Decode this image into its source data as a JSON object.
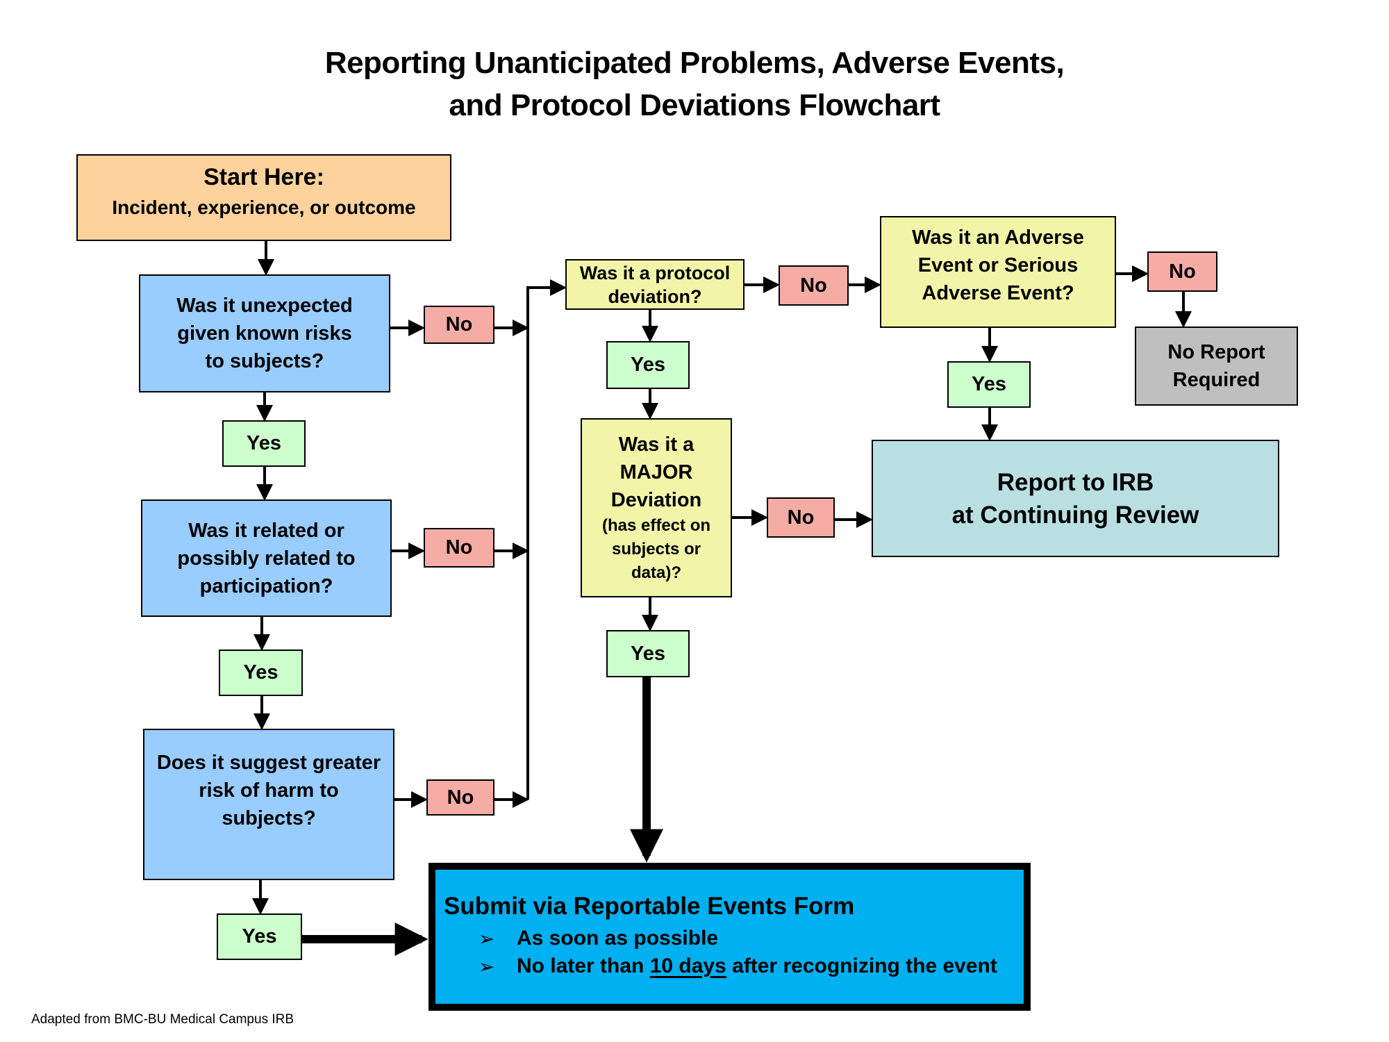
{
  "title": {
    "line1": "Reporting Unanticipated Problems, Adverse Events,",
    "line2": "and Protocol Deviations Flowchart"
  },
  "colors": {
    "start": "#fdd29d",
    "question_blue": "#99ccff",
    "question_yellow": "#f2f5a8",
    "no": "#f5aca5",
    "yes": "#ccffcc",
    "no_report": "#bfbfbf",
    "continuing_review": "#badfe2",
    "submit": "#00b0f0"
  },
  "nodes": {
    "start": {
      "heading": "Start Here:",
      "text": "Incident, experience, or outcome"
    },
    "q_unexpected": {
      "lines": [
        "Was it unexpected",
        "given known risks",
        "to subjects?"
      ]
    },
    "q_related": {
      "lines": [
        "Was it related or",
        "possibly related to",
        "participation?"
      ]
    },
    "q_greater_risk": {
      "lines": [
        "Does it suggest greater",
        "risk of harm to",
        "subjects?"
      ]
    },
    "q_protocol_deviation": {
      "lines": [
        "Was it a protocol",
        "deviation?"
      ]
    },
    "q_adverse_event": {
      "lines": [
        "Was it an Adverse",
        "Event or Serious",
        "Adverse Event?"
      ]
    },
    "q_major_deviation": {
      "lines": [
        "Was it a",
        "MAJOR",
        "Deviation"
      ],
      "sublines": [
        "(has effect on",
        "subjects or",
        "data)?"
      ]
    },
    "no_report": {
      "lines": [
        "No Report",
        "Required"
      ]
    },
    "continuing_review": {
      "lines": [
        "Report to IRB",
        "at Continuing Review"
      ]
    },
    "submit": {
      "heading": "Submit via Reportable Events Form",
      "bullets": [
        {
          "text": "As soon as possible"
        },
        {
          "before": "No later than ",
          "emphasis": "10 days",
          "after": " after recognizing the event"
        }
      ],
      "bullet_icon": "➢"
    }
  },
  "labels": {
    "yes": "Yes",
    "no": "No"
  },
  "footer": "Adapted from BMC-BU Medical Campus IRB"
}
